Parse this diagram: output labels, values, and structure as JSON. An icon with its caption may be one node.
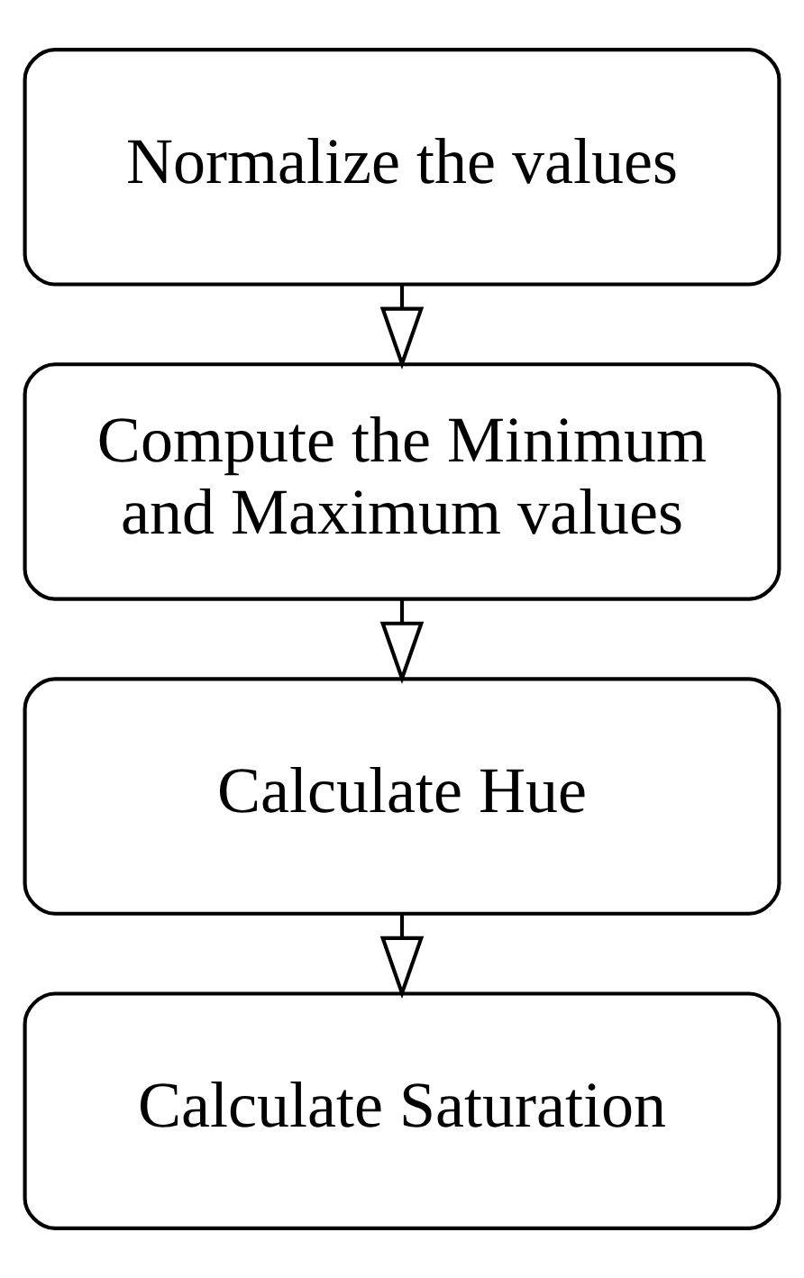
{
  "diagram": {
    "nodes": [
      {
        "text": [
          "Normalize the values"
        ]
      },
      {
        "text": [
          "Compute the Minimum and Maximum values"
        ]
      },
      {
        "text": [
          "Calculate Hue"
        ]
      },
      {
        "text": [
          "Calculate Saturation"
        ]
      }
    ],
    "edges": [
      {
        "from": 0,
        "to": 1,
        "arrow": "to"
      },
      {
        "from": 1,
        "to": 2,
        "arrow": "to"
      },
      {
        "from": 2,
        "to": 3,
        "arrow": "to"
      }
    ]
  }
}
